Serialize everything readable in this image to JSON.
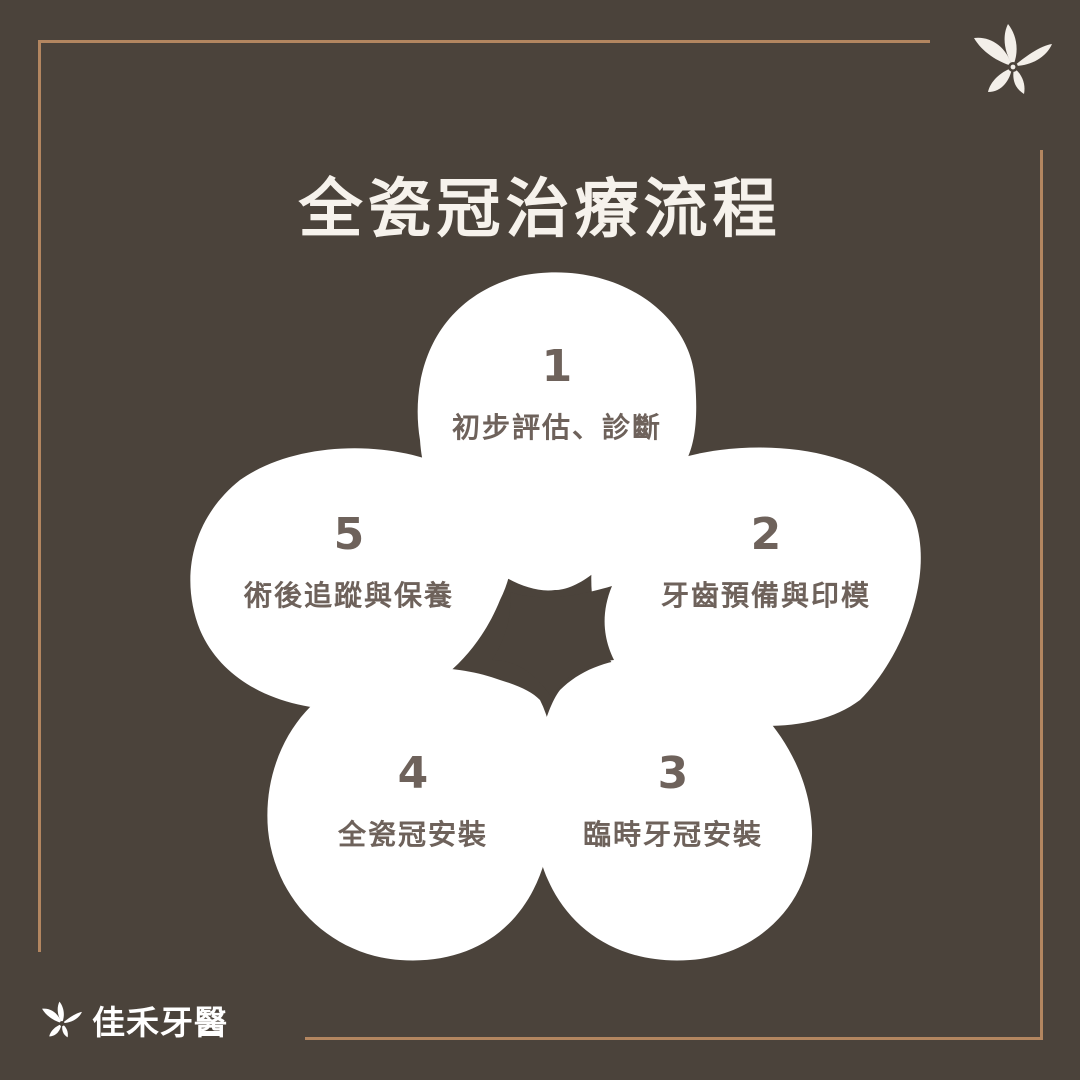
{
  "title": "全瓷冠治療流程",
  "steps": [
    {
      "num": "1",
      "label": "初步評估、診斷"
    },
    {
      "num": "2",
      "label": "牙齒預備與印模"
    },
    {
      "num": "3",
      "label": "臨時牙冠安裝"
    },
    {
      "num": "4",
      "label": "全瓷冠安裝"
    },
    {
      "num": "5",
      "label": "術後追蹤與保養"
    }
  ],
  "brand": {
    "name": "佳禾牙醫",
    "logo_icon": "leaf-flower-icon"
  },
  "colors": {
    "background": "#4b433b",
    "frame": "#b38660",
    "petal": "#ffffff",
    "step_text": "#6e625b"
  }
}
